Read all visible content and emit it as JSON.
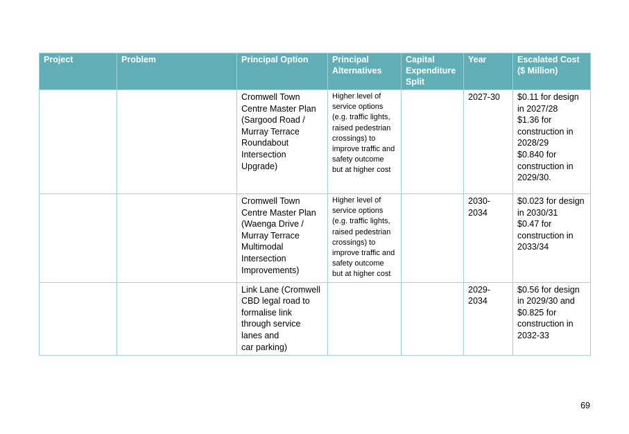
{
  "table": {
    "headers": [
      [
        "Project"
      ],
      [
        "Problem"
      ],
      [
        "Principal Option"
      ],
      [
        "Principal",
        "Alternatives"
      ],
      [
        "Capital",
        "Expenditure",
        "Split"
      ],
      [
        "Year"
      ],
      [
        "Escalated Cost",
        "($ Million)"
      ]
    ],
    "rows": [
      {
        "project": [],
        "problem": [],
        "option": [
          "Cromwell Town",
          "Centre Master Plan",
          "(Sargood Road /",
          "Murray Terrace",
          "Roundabout",
          "Intersection",
          "Upgrade)"
        ],
        "alternatives": [
          "Higher level of",
          "service options",
          "(e.g. traffic lights,",
          "raised pedestrian",
          "crossings) to",
          "improve traffic and",
          "safety outcome",
          "but at higher cost"
        ],
        "split": [],
        "year": [
          "2027-30"
        ],
        "cost": [
          "$0.11 for design",
          "in 2027/28",
          "$1.36 for",
          "construction in",
          "2028/29",
          "$0.840 for",
          "construction in",
          "2029/30."
        ]
      },
      {
        "project": [],
        "problem": [],
        "option": [
          "Cromwell Town",
          "Centre Master Plan",
          "(Waenga Drive /",
          "Murray Terrace",
          "Multimodal",
          "Intersection",
          "Improvements)"
        ],
        "alternatives": [
          "Higher level of",
          "service options",
          "(e.g. traffic lights,",
          "raised pedestrian",
          "crossings) to",
          "improve traffic and",
          "safety outcome",
          "but at higher cost"
        ],
        "split": [],
        "year": [
          "2030-",
          "2034"
        ],
        "cost": [
          "$0.023 for design",
          "in 2030/31",
          "$0.47 for",
          "construction in",
          "2033/34"
        ]
      },
      {
        "project": [],
        "problem": [],
        "option": [
          "Link Lane (Cromwell",
          "CBD legal road to",
          "formalise link",
          "through service",
          "lanes and",
          "car parking)"
        ],
        "alternatives": [],
        "split": [],
        "year": [
          "2029-",
          "2034"
        ],
        "cost": [
          "$0.56 for design",
          "in 2029/30 and",
          "$0.825 for",
          "construction in",
          "2032-33"
        ]
      }
    ]
  },
  "page_number": "69",
  "colors": {
    "header_bg": "#62aeb6",
    "header_text": "#ffffff",
    "border": "#9fd0d6"
  }
}
